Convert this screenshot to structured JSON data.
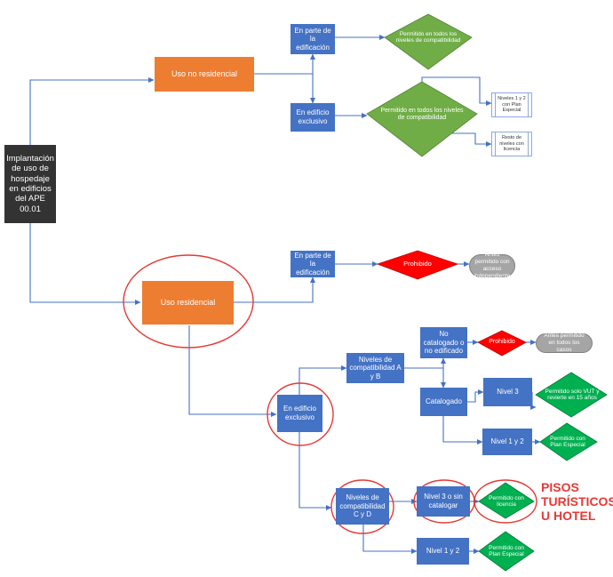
{
  "root": {
    "label": "Implantación de uso de hospedaje en edificios del APE 00.01"
  },
  "uso_no_residencial": {
    "label": "Uso no residencial",
    "en_parte": {
      "label": "En parte de la edificación",
      "result": "Permitido en todos los niveles de compatibilidad"
    },
    "en_edificio": {
      "label": "En edificio exclusivo",
      "result": "Permitido en todos los niveles de compatibilidad",
      "notes": [
        "Niveles 1 y 2 con Plan Especial",
        "Resto de niveles con licencia"
      ]
    }
  },
  "uso_residencial": {
    "label": "Uso residencial",
    "en_parte": {
      "label": "En parte de la edificación",
      "result": "Prohibido",
      "note": "Antes permitido con acceso independiente"
    },
    "en_edificio": {
      "label": "En edificio exclusivo",
      "niveles_ab": {
        "label": "Niveles de compatibilidad A y B",
        "no_catalogado": {
          "label": "No catalogado o no edificado",
          "result": "Prohibido",
          "note": "Antes permitido en todos los casos"
        },
        "catalogado": {
          "label": "Catalogado",
          "nivel3": {
            "label": "Nivel 3",
            "result": "Permitido solo VUT y revierte en 15 años"
          },
          "nivel12": {
            "label": "Nivel 1 y 2",
            "result": "Permitido con Plan Especial"
          }
        }
      },
      "niveles_cd": {
        "label": "Niveles de compatibilidad C y D",
        "nivel3_sin": {
          "label": "Nivel 3 o sin catalogar",
          "result": "Permitido con licencia"
        },
        "nivel12": {
          "label": "Nivel 1 y 2",
          "result": "Permitido con Plan Especial"
        }
      }
    }
  },
  "callout": {
    "lines": [
      "PISOS",
      "TURÍSTICOS",
      "U HOTEL"
    ]
  },
  "colors": {
    "dark": "#333333",
    "orange": "#ed7d31",
    "blue": "#4472c4",
    "green": "#70ad47",
    "green_dark": "#00b050",
    "red": "#ff0000",
    "grey": "#a5a5a5",
    "highlight": "#e53935",
    "connector": "#4472c4"
  }
}
